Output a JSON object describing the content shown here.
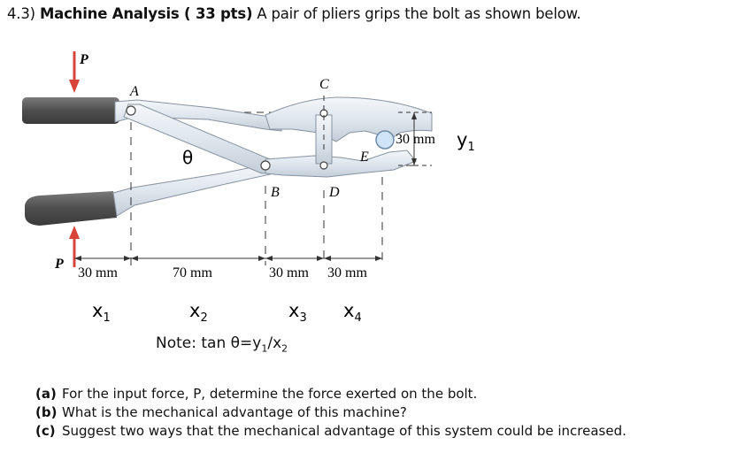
{
  "header": {
    "number": "4.3)",
    "title": "Machine Analysis ( 33 pts)",
    "text": "A pair of pliers grips the bolt as shown below."
  },
  "figure": {
    "force_label_top": "P",
    "force_label_bottom": "P",
    "pin_a": "A",
    "pin_b": "B",
    "pin_c": "C",
    "pin_d": "D",
    "pin_e": "E",
    "angle": "θ",
    "dim_30_left": "30 mm",
    "dim_70": "70 mm",
    "dim_30_mid": "30 mm",
    "dim_30_right": "30 mm",
    "dim_30_jaw": "30 mm",
    "y1_base": "y",
    "y1_sub": "1",
    "x1_base": "x",
    "x1_sub": "1",
    "x2_base": "x",
    "x2_sub": "2",
    "x3_base": "x",
    "x3_sub": "3",
    "x4_base": "x",
    "x4_sub": "4",
    "colors": {
      "force_arrow": "#d9443a",
      "handle_grip": "#5a5a5a",
      "metal_light": "#dfe6ee",
      "metal_edge": "#8793a0"
    }
  },
  "note": {
    "prefix": "Note: tan θ=y",
    "sub1": "1",
    "mid": "/x",
    "sub2": "2"
  },
  "questions": [
    {
      "label": "(a)",
      "text": "For the input force, P, determine the force exerted on the bolt."
    },
    {
      "label": "(b)",
      "text": "What is the mechanical advantage of this machine?"
    },
    {
      "label": "(c)",
      "text": "Suggest two ways that the mechanical advantage of this system could be increased."
    }
  ]
}
